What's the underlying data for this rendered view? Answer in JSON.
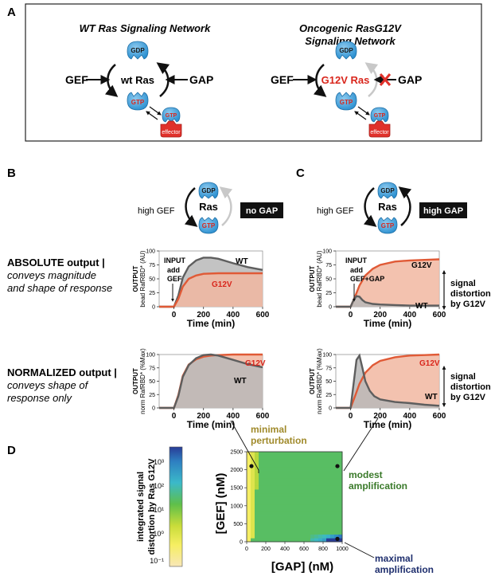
{
  "panels": {
    "a": {
      "letter": "A",
      "wt_title": "WT Ras Signaling Network",
      "onc_title_1": "Oncogenic RasG12V",
      "onc_title_2": "Signaling Network",
      "gef": "GEF",
      "gap": "GAP",
      "wt_ras": "wt Ras",
      "g12v_ras": "G12V Ras",
      "gdp": "GDP",
      "gtp": "GTP",
      "effector": "effector"
    },
    "b": {
      "letter": "B",
      "high_gef": "high GEF",
      "ras": "Ras",
      "gdp": "GDP",
      "gtp": "GTP",
      "box": "no GAP",
      "input": "INPUT",
      "add_1": "add",
      "add_2": "GEF",
      "wt": "WT",
      "g12v": "G12V"
    },
    "c": {
      "letter": "C",
      "high_gef": "high GEF",
      "ras": "Ras",
      "gdp": "GDP",
      "gtp": "GTP",
      "box": "high GAP",
      "input": "INPUT",
      "add_1": "add",
      "add_2": "GEF+GAP",
      "wt": "WT",
      "g12v": "G12V",
      "distortion": [
        "signal",
        "distortion",
        "by G12V"
      ]
    },
    "d": {
      "letter": "D",
      "minimal": [
        "minimal",
        "perturbation"
      ],
      "modest": [
        "modest",
        "amplification"
      ],
      "maximal": [
        "maximal",
        "amplification"
      ],
      "colorbar_label": [
        "integrated signal",
        "distortion by Ras G12V"
      ],
      "colorbar_ticks": [
        "10³",
        "10²",
        "10¹",
        "10⁰",
        "10⁻¹"
      ],
      "ylabel": "[GEF] (nM)",
      "xlabel": "[GAP] (nM)",
      "yticks": [
        "2500",
        "2000",
        "1500",
        "1000",
        "500",
        "0"
      ],
      "xticks": [
        "0",
        "200",
        "400",
        "600",
        "800",
        "1000"
      ]
    }
  },
  "row_labels": {
    "absolute_1": "ABSOLUTE output |",
    "absolute_2": "conveys magnitude",
    "absolute_3": "and shape of response",
    "normalized_1": "NORMALIZED output |",
    "normalized_2": "conveys shape of",
    "normalized_3": "response only"
  },
  "axes": {
    "time_label": "Time (min)",
    "output": "OUTPUT",
    "bead": "bead RafRBD* (AU)",
    "norm": "norm RafRBD* (%Max)",
    "time_ticks": [
      "0",
      "200",
      "400",
      "600"
    ],
    "y_ticks": [
      "0",
      "25",
      "50",
      "75",
      "100"
    ]
  },
  "chart_data": [
    {
      "type": "area",
      "panel": "B-absolute",
      "xlabel": "Time (min)",
      "ylabel": "bead RafRBD* (AU)",
      "xlim": [
        -100,
        600
      ],
      "ylim": [
        0,
        100
      ],
      "series": [
        {
          "name": "WT",
          "x": [
            -100,
            0,
            30,
            60,
            100,
            150,
            200,
            250,
            300,
            400,
            500,
            600
          ],
          "values": [
            0,
            0,
            20,
            52,
            72,
            83,
            88,
            88,
            86,
            78,
            71,
            66
          ]
        },
        {
          "name": "G12V",
          "x": [
            -100,
            0,
            30,
            60,
            100,
            150,
            200,
            300,
            400,
            500,
            600
          ],
          "values": [
            0,
            0,
            14,
            36,
            50,
            56,
            59,
            60,
            60,
            60,
            60
          ]
        }
      ]
    },
    {
      "type": "area",
      "panel": "C-absolute",
      "xlabel": "Time (min)",
      "ylabel": "bead RafRBD* (AU)",
      "xlim": [
        -100,
        600
      ],
      "ylim": [
        0,
        100
      ],
      "series": [
        {
          "name": "G12V",
          "x": [
            -100,
            0,
            30,
            60,
            100,
            150,
            200,
            300,
            400,
            500,
            600
          ],
          "values": [
            0,
            0,
            18,
            38,
            56,
            68,
            75,
            81,
            83,
            84,
            85
          ]
        },
        {
          "name": "WT",
          "x": [
            -100,
            0,
            20,
            40,
            60,
            80,
            100,
            150,
            200,
            300,
            400,
            500,
            600
          ],
          "values": [
            0,
            0,
            12,
            19,
            18,
            12,
            8,
            5,
            4,
            3,
            2,
            2,
            2
          ]
        }
      ]
    },
    {
      "type": "area",
      "panel": "B-normalized",
      "xlabel": "Time (min)",
      "ylabel": "norm RafRBD* (%Max)",
      "xlim": [
        -100,
        600
      ],
      "ylim": [
        0,
        100
      ],
      "series": [
        {
          "name": "G12V",
          "x": [
            -100,
            0,
            30,
            60,
            100,
            150,
            200,
            250,
            300,
            400,
            500,
            600
          ],
          "values": [
            0,
            0,
            24,
            60,
            81,
            91,
            96,
            98,
            99,
            100,
            100,
            100
          ]
        },
        {
          "name": "WT",
          "x": [
            -100,
            0,
            30,
            60,
            100,
            150,
            200,
            250,
            300,
            400,
            500,
            600
          ],
          "values": [
            0,
            0,
            22,
            58,
            80,
            93,
            99,
            100,
            98,
            90,
            82,
            76
          ]
        }
      ]
    },
    {
      "type": "area",
      "panel": "C-normalized",
      "xlabel": "Time (min)",
      "ylabel": "norm RafRBD* (%Max)",
      "xlim": [
        -100,
        600
      ],
      "ylim": [
        0,
        100
      ],
      "series": [
        {
          "name": "G12V",
          "x": [
            -100,
            0,
            30,
            60,
            100,
            150,
            200,
            300,
            400,
            500,
            600
          ],
          "values": [
            0,
            0,
            22,
            45,
            66,
            80,
            88,
            95,
            98,
            99,
            100
          ]
        },
        {
          "name": "WT",
          "x": [
            -100,
            0,
            20,
            40,
            60,
            80,
            100,
            130,
            160,
            200,
            300,
            400,
            500,
            600
          ],
          "values": [
            0,
            0,
            45,
            90,
            98,
            75,
            50,
            32,
            22,
            16,
            11,
            9,
            6,
            4
          ]
        }
      ]
    },
    {
      "type": "heatmap",
      "panel": "D",
      "xlabel": "[GAP] (nM)",
      "ylabel": "[GEF] (nM)",
      "xlim": [
        0,
        1000
      ],
      "ylim": [
        0,
        2500
      ],
      "colorscale": "log",
      "crange": [
        0.1,
        1000
      ]
    }
  ],
  "colors": {
    "wt_line": "#5e5e5e",
    "wt_fill": "#b9b9b9",
    "g12v_line": "#e05a36",
    "g12v_fill": "#f1b7a1",
    "ras_blue": "#3b9ed9",
    "effector_red": "#e0312b",
    "red_text": "#d9261c",
    "gold": "#a08a2b",
    "green_text": "#3a7a2a",
    "navy_text": "#1f2f6e"
  }
}
